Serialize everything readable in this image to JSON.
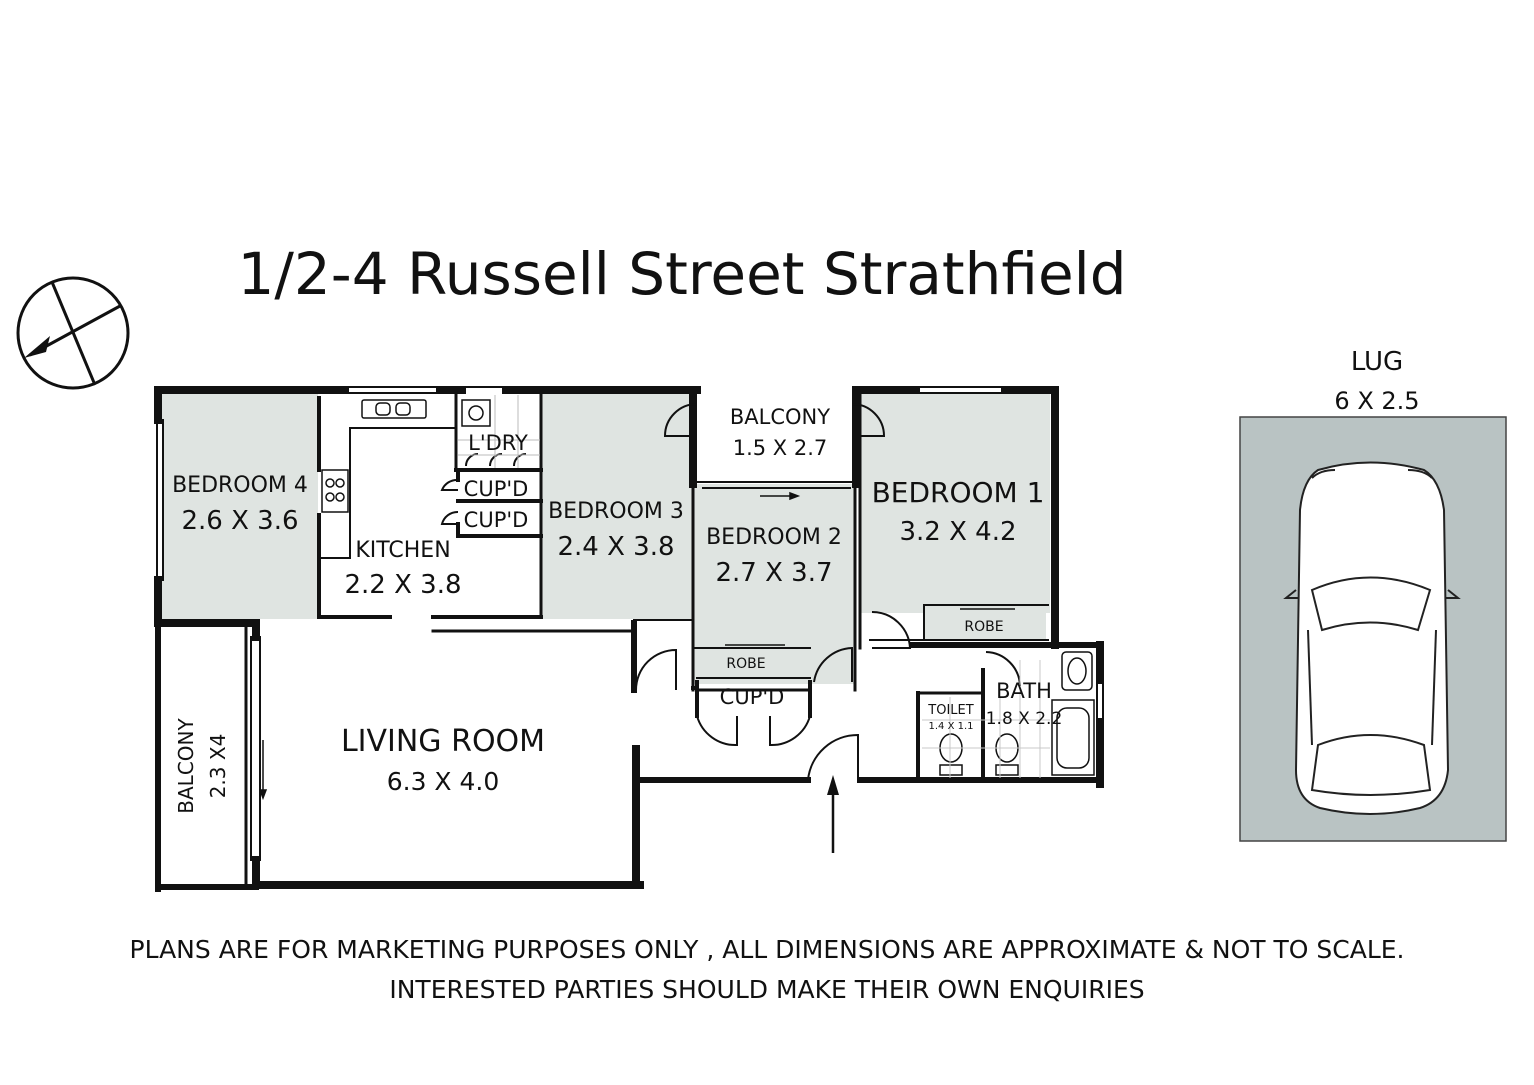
{
  "title": "1/2-4 Russell Street Strathfield",
  "colors": {
    "room_fill": "#dfe4e1",
    "wall": "#111111",
    "garage_fill": "#b9c3c3"
  },
  "icons": [
    "compass-icon",
    "entry-arrow-icon",
    "car-icon",
    "sink-icon",
    "cooktop-icon",
    "toilet-icon",
    "bathtub-icon",
    "basin-icon"
  ],
  "rooms": {
    "bedroom4": {
      "name": "BEDROOM 4",
      "dims": "2.6 X 3.6"
    },
    "kitchen": {
      "name": "KITCHEN",
      "dims": "2.2 X 3.8"
    },
    "laundry": {
      "name": "L'DRY"
    },
    "cupd1": {
      "name": "CUP'D"
    },
    "cupd2": {
      "name": "CUP'D"
    },
    "bedroom3": {
      "name": "BEDROOM 3",
      "dims": "2.4 X 3.8"
    },
    "balcony_top": {
      "name": "BALCONY",
      "dims": "1.5 X 2.7"
    },
    "bedroom2": {
      "name": "BEDROOM 2",
      "dims": "2.7 X 3.7"
    },
    "bedroom1": {
      "name": "BEDROOM 1",
      "dims": "3.2 X 4.2"
    },
    "robe1": {
      "name": "ROBE"
    },
    "robe2": {
      "name": "ROBE"
    },
    "cupd3": {
      "name": "CUP'D"
    },
    "bath": {
      "name": "BATH",
      "dims": "1.8 X 2.2"
    },
    "toilet": {
      "name": "TOILET",
      "dims": "1.4 X 1.1"
    },
    "living": {
      "name": "LIVING ROOM",
      "dims": "6.3 X 4.0"
    },
    "balcony_side": {
      "name": "BALCONY",
      "dims": "2.3 X4"
    }
  },
  "garage": {
    "name": "LUG",
    "dims": "6 X 2.5"
  },
  "disclaimer": {
    "line1": "PLANS ARE FOR MARKETING PURPOSES ONLY , ALL DIMENSIONS ARE APPROXIMATE & NOT TO SCALE.",
    "line2": "INTERESTED PARTIES SHOULD MAKE THEIR OWN ENQUIRIES"
  }
}
